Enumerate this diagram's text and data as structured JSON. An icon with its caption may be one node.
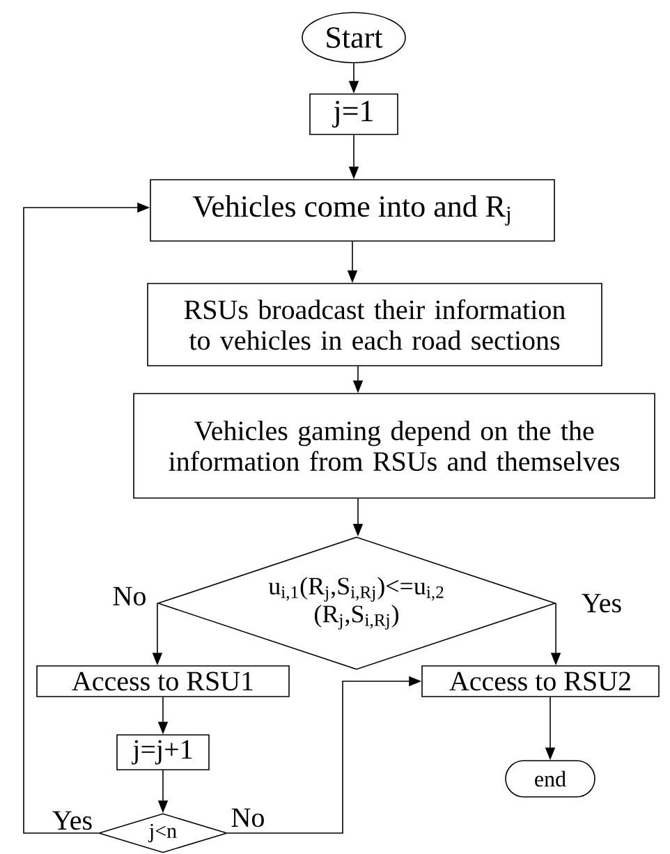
{
  "diagram": {
    "nodes": [
      {
        "text": [
          "Start"
        ]
      },
      {
        "text": [
          "j=1"
        ]
      },
      {
        "text": [
          "Vehicles come into and R$_{j}$"
        ]
      },
      {
        "text": [
          "RSUs broadcast their information to vehicles in each road sections"
        ]
      },
      {
        "text": [
          "Vehicles gaming depend on the the information from RSUs and themselves"
        ]
      },
      {
        "text": [
          "u$_{i,1}$(R$_{j}$,S$_{i,Rj}$)<=u$_{i,2}$ (R$_{j}$,S$_{i,Rj}$)"
        ]
      },
      {
        "text": [
          "Access  to RSU1"
        ]
      },
      {
        "text": [
          "Access to RSU2"
        ]
      },
      {
        "text": [
          "j=j+1"
        ]
      },
      {
        "text": [
          "end"
        ]
      },
      {
        "text": [
          "j<n"
        ]
      }
    ],
    "edges": [
      {
        "from": 0,
        "to": 1,
        "arrow": "to"
      },
      {
        "from": 1,
        "to": 2,
        "arrow": "to"
      },
      {
        "from": 2,
        "to": 3,
        "arrow": "to"
      },
      {
        "from": 3,
        "to": 4,
        "arrow": "to"
      },
      {
        "from": 4,
        "to": 5,
        "arrow": "to"
      },
      {
        "from": 5,
        "to": 6,
        "arrow": "to",
        "label": "No"
      },
      {
        "from": 5,
        "to": 7,
        "arrow": "to",
        "label": "Yes"
      },
      {
        "from": 7,
        "to": 9,
        "arrow": "to"
      },
      {
        "from": 6,
        "to": 8,
        "arrow": "to"
      },
      {
        "from": 8,
        "to": 10,
        "arrow": "to"
      },
      {
        "from": 10,
        "to": 2,
        "arrow": "to",
        "label": "Yes"
      },
      {
        "from": 10,
        "to": 7,
        "arrow": "to",
        "label": "No"
      }
    ]
  }
}
